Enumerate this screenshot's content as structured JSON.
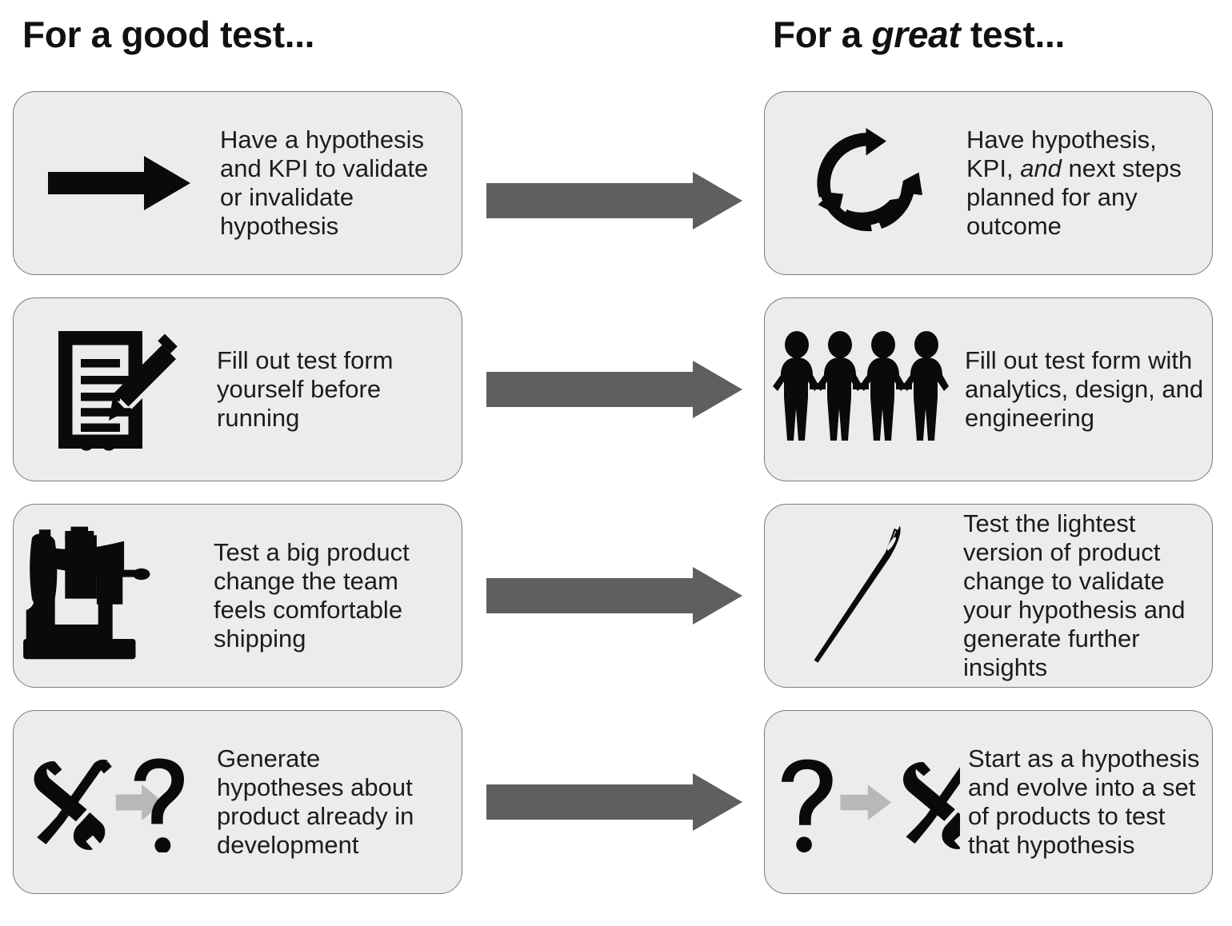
{
  "headings": {
    "left": "For a good test...",
    "right_prefix": "For a ",
    "right_emphasis": "great",
    "right_suffix": " test..."
  },
  "colors": {
    "card_background": "#ececec",
    "card_border": "#7a7a7a",
    "text": "#1c1c1c",
    "icon_black": "#0a0a0a",
    "connector_arrow": "#5f5f5f",
    "inline_arrow_gray": "#b8b8b8",
    "page_background": "#ffffff"
  },
  "rows": [
    {
      "connector_arrow": "right-arrow-connector",
      "good": {
        "icon": "black-right-arrow-icon",
        "text": "Have a hypothesis and KPI to validate or invalidate hypothesis"
      },
      "great": {
        "icon": "circular-arrows-cycle-icon",
        "text_part1": "Have hypothesis, KPI, ",
        "text_emphasis": "and",
        "text_part2": " next steps planned for any outcome"
      }
    },
    {
      "connector_arrow": "right-arrow-connector",
      "good": {
        "icon": "form-with-pencil-icon",
        "text": "Fill out test form yourself before running"
      },
      "great": {
        "icon": "four-people-holding-hands-icon",
        "text": "Fill out test form with analytics, design, and engineering"
      }
    },
    {
      "connector_arrow": "right-arrow-connector",
      "good": {
        "icon": "sewing-machine-icon",
        "text": "Test a big product change the team feels comfortable shipping"
      },
      "great": {
        "icon": "sewing-needle-icon",
        "text": "Test the lightest version of product change to validate your hypothesis and generate further insights"
      }
    },
    {
      "connector_arrow": "right-arrow-connector",
      "good": {
        "icon": "tools-to-question-mark-icon",
        "text": "Generate hypotheses about product already in development"
      },
      "great": {
        "icon": "question-mark-to-tools-icon",
        "text": "Start as a hypothesis and evolve into a set of products to test that hypothesis"
      }
    }
  ]
}
